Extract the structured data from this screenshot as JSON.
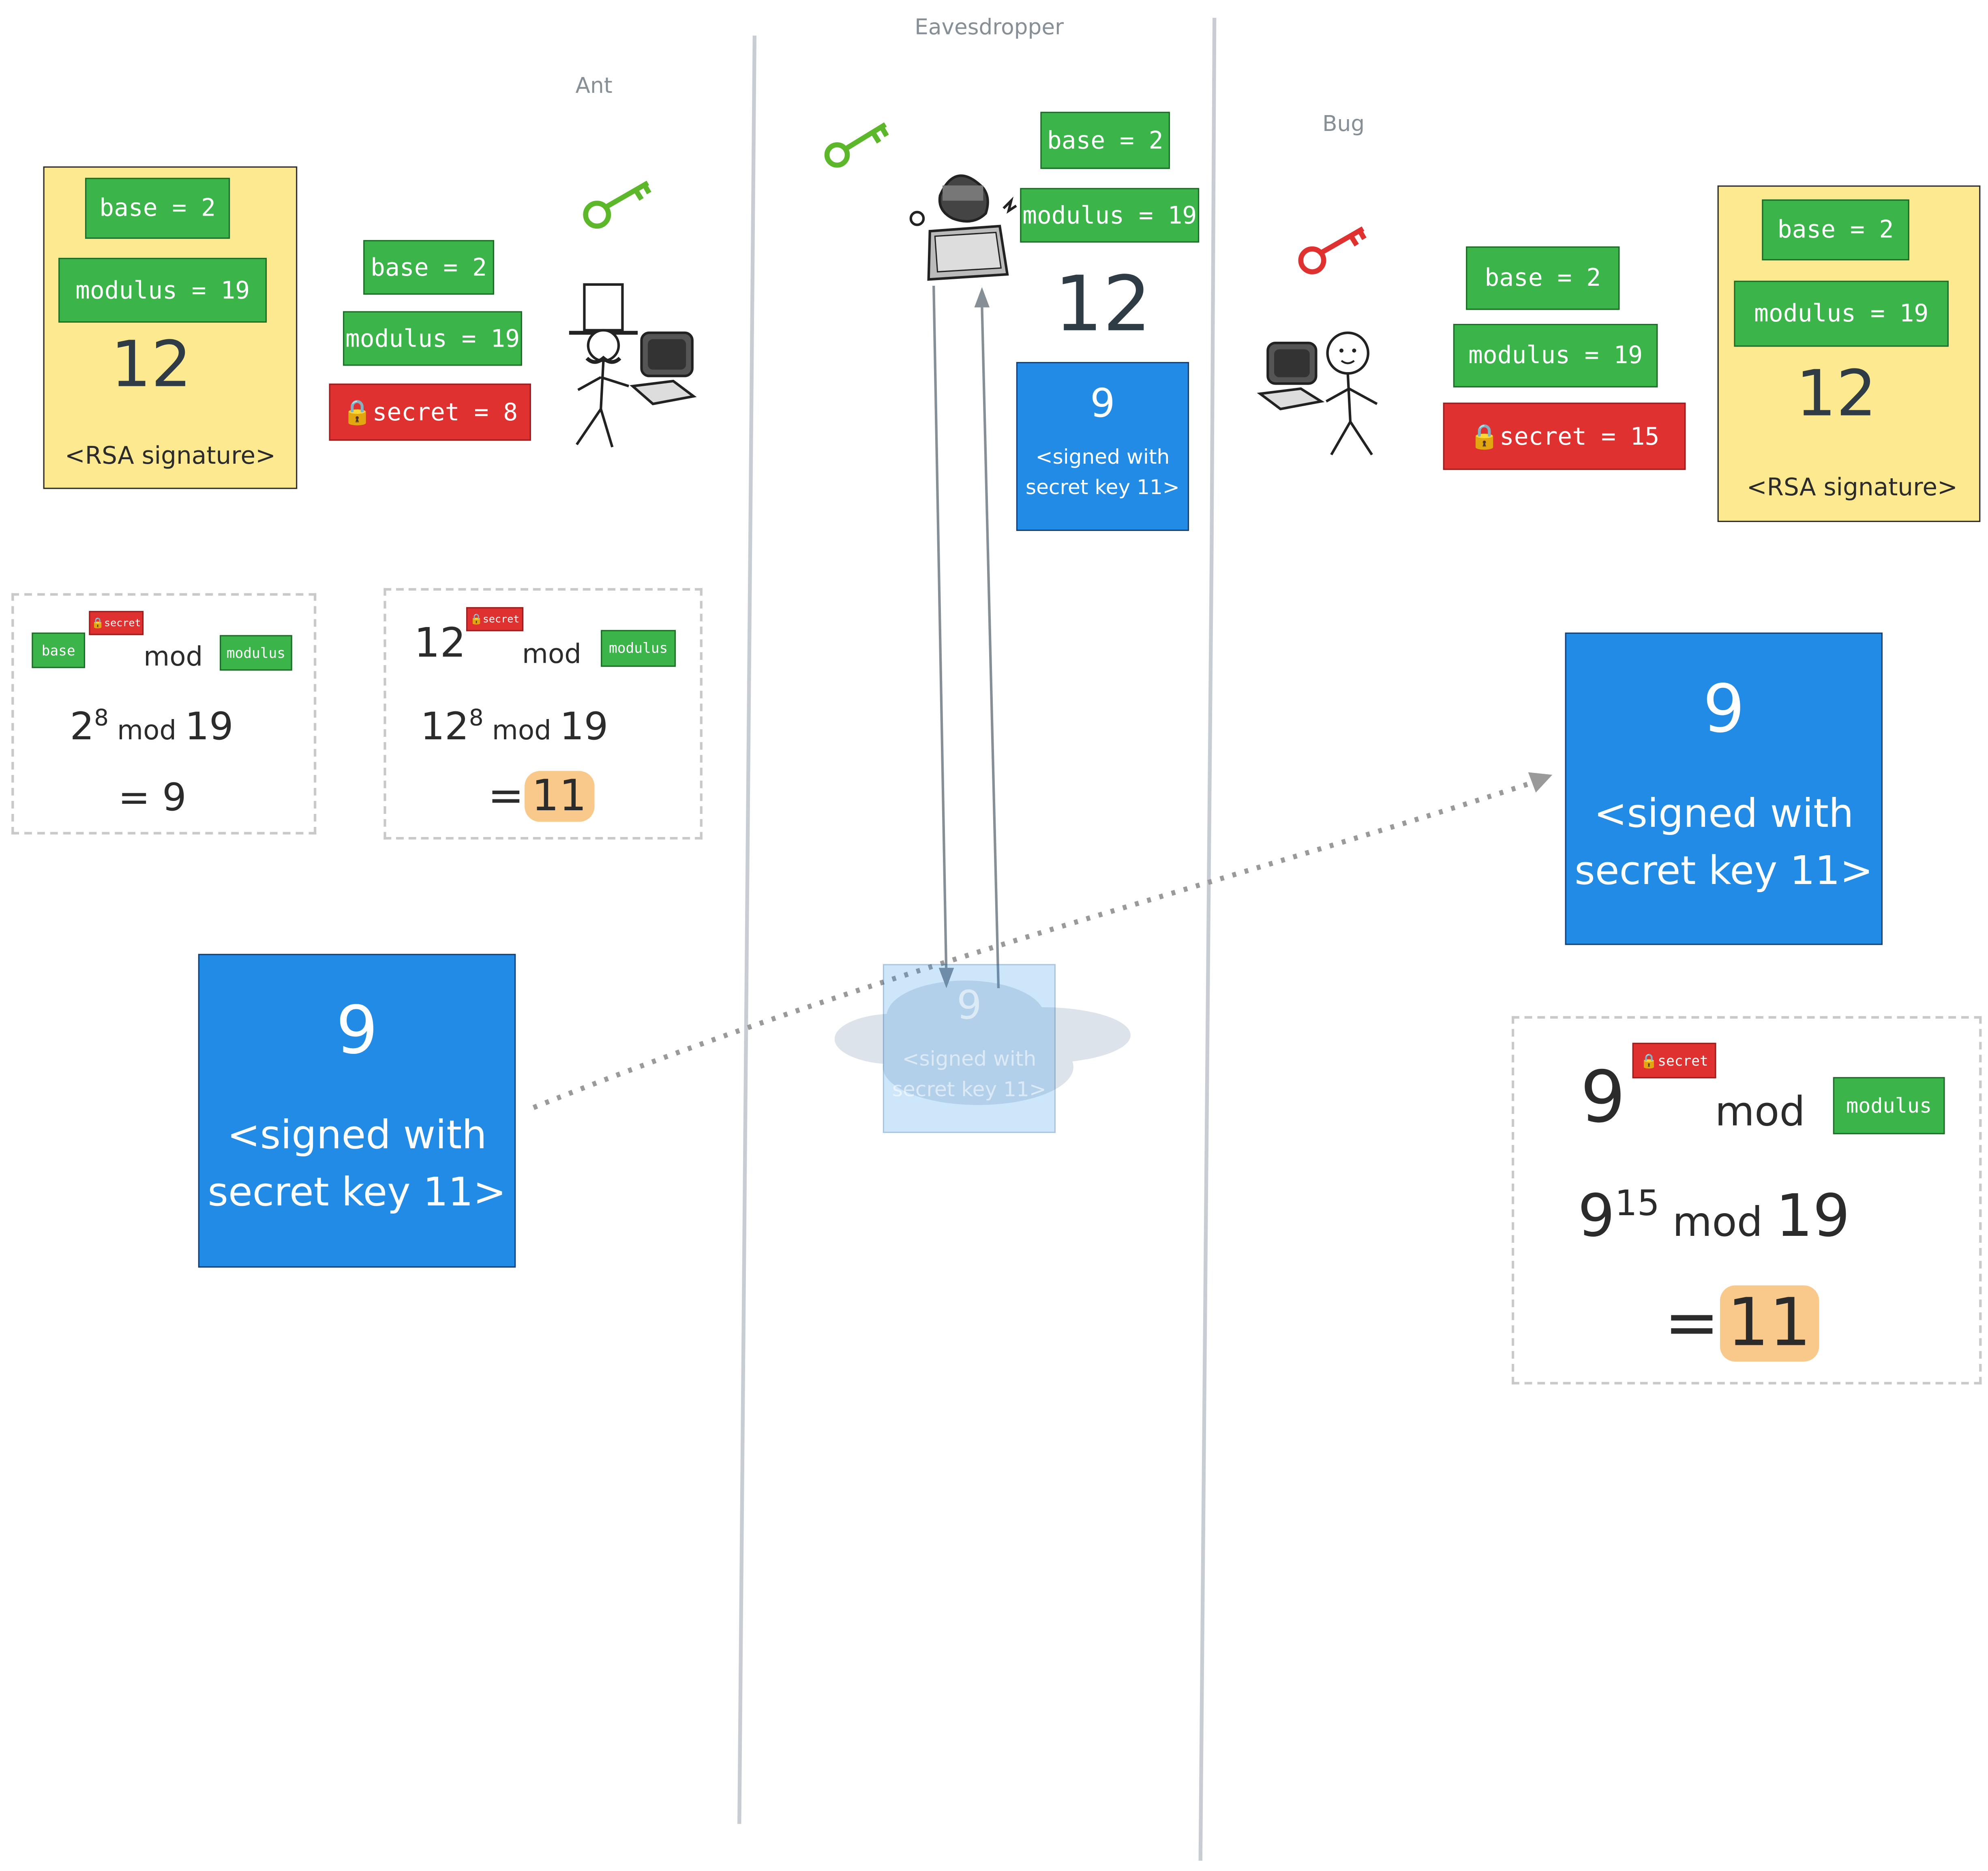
{
  "labels": {
    "ant": "Ant",
    "eavesdropper": "Eavesdropper",
    "bug": "Bug"
  },
  "tags": {
    "base": "base = 2",
    "modulus": "modulus = 19",
    "ant_secret": "secret = 8",
    "bug_secret": "secret = 15",
    "lock_symbol": "🔒"
  },
  "cards": {
    "public_value": "12",
    "signature": "<RSA signature>"
  },
  "message": {
    "value": "9",
    "signed_line1": "<signed with",
    "signed_line2": "secret key 11>"
  },
  "calc": {
    "base_tag": "base",
    "modulus_tag": "modulus",
    "secret_tag": "🔒secret",
    "mod": "mod",
    "equals": "=",
    "ant_left": {
      "two": "2",
      "exp8": "8",
      "nineteen": "19",
      "result": "= 9"
    },
    "ant_right": {
      "twelve": "12",
      "exp8": "8",
      "nineteen": "19",
      "result": "11"
    },
    "bug": {
      "nine": "9",
      "exp15": "15",
      "nineteen": "19",
      "result": "11"
    }
  },
  "colors": {
    "green_tag": "#3bb54a",
    "red_tag": "#e03131",
    "yellow_card": "#fde98f",
    "blue_card": "#228be6",
    "highlight": "#f8c98b",
    "divider": "#c8cdd4",
    "ant_key": "#5cb82a",
    "bug_key": "#e03131"
  }
}
